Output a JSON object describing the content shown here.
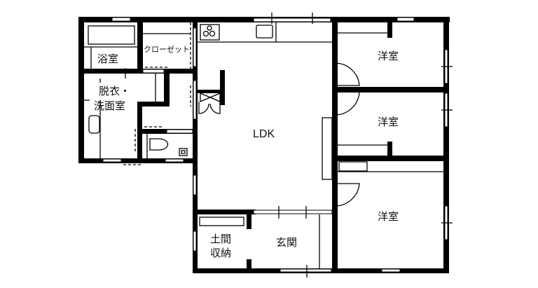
{
  "floor_plan": {
    "title": "",
    "rooms": [
      {
        "id": "bathroom",
        "label": "浴室"
      },
      {
        "id": "closet",
        "label": "クローゼット"
      },
      {
        "id": "dressing",
        "label_line1": "脱衣・",
        "label_line2": "洗面室"
      },
      {
        "id": "ldk",
        "label": "LDK"
      },
      {
        "id": "western-room-1",
        "label": "洋室"
      },
      {
        "id": "western-room-2",
        "label": "洋室"
      },
      {
        "id": "western-room-3",
        "label": "洋室"
      },
      {
        "id": "earth-floor-storage",
        "label_line1": "土間",
        "label_line2": "収納"
      },
      {
        "id": "entrance",
        "label": "玄関"
      }
    ],
    "fixtures": [
      "bathtub",
      "washbasin",
      "toilet",
      "stove",
      "kitchen-sink",
      "kitchen-counter",
      "shoe-storage",
      "refrigerator-space"
    ],
    "colors": {
      "wall": "#000000",
      "background": "#ffffff"
    }
  }
}
